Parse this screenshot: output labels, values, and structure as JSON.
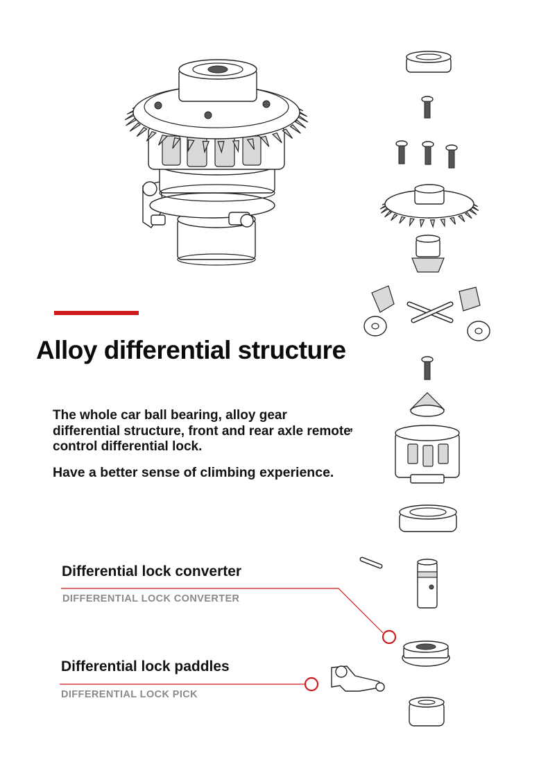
{
  "heading": {
    "title": "Alloy differential structure",
    "accent_color": "#d0191a"
  },
  "description": {
    "paragraph": "The whole car ball bearing, alloy gear differential structure, front and rear axle remote control differential lock.",
    "stray_mark": ",",
    "tagline": "Have a better sense of climbing experience."
  },
  "callouts": [
    {
      "label": "Differential lock converter",
      "sublabel": "DIFFERENTIAL LOCK CONVERTER"
    },
    {
      "label": "Differential lock paddles",
      "sublabel": "DIFFERENTIAL LOCK PICK"
    }
  ],
  "illustrations": {
    "assembled": "assembled-differential-drawing",
    "exploded": [
      "top-ball-bearing",
      "single-screw",
      "triple-screws",
      "ring-gear",
      "pinion-gear",
      "spider-gears-and-cross-shaft",
      "center-screw",
      "small-bevel-gear",
      "differential-case",
      "large-ball-bearing",
      "lock-pin",
      "lock-converter-shaft",
      "locking-gear",
      "lock-paddle-fork",
      "bottom-ball-bearing"
    ]
  }
}
